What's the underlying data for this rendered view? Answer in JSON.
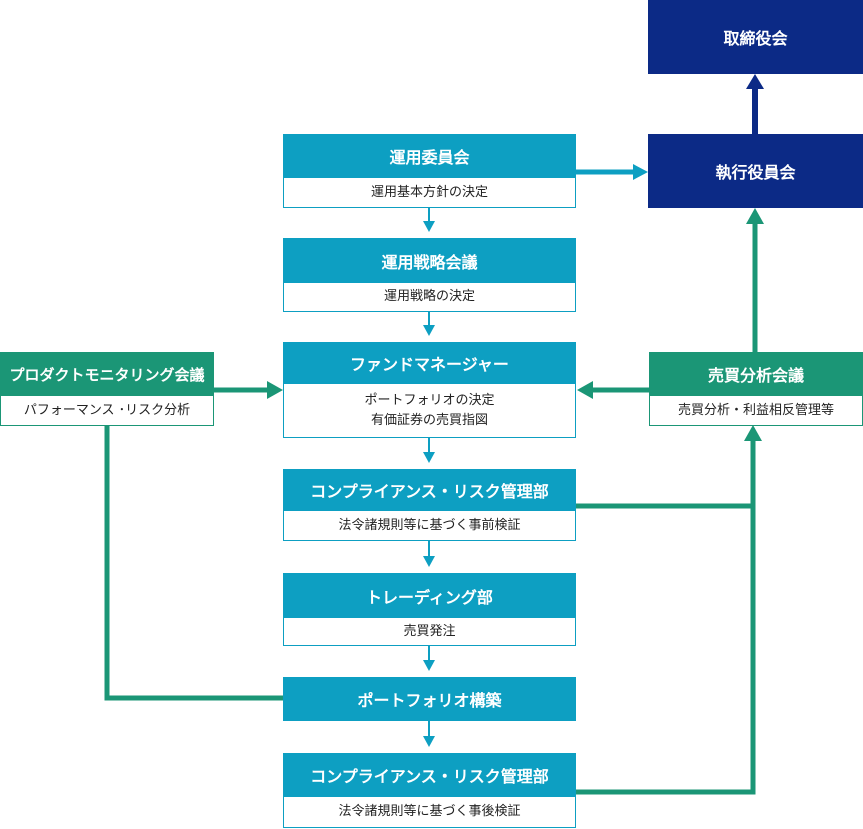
{
  "board": {
    "title": "取締役会"
  },
  "executive": {
    "title": "執行役員会"
  },
  "investment_committee": {
    "title": "運用委員会",
    "desc": "運用基本方針の決定"
  },
  "strategy_meeting": {
    "title": "運用戦略会議",
    "desc": "運用戦略の決定"
  },
  "fund_manager": {
    "title": "ファンドマネージャー",
    "desc_lines": [
      "ポートフォリオの決定",
      "有価証券の売買指図"
    ]
  },
  "compliance_pre": {
    "title": "コンプライアンス・リスク管理部",
    "desc": "法令諸規則等に基づく事前検証"
  },
  "trading": {
    "title": "トレーディング部",
    "desc": "売買発注"
  },
  "portfolio_build": {
    "title": "ポートフォリオ構築"
  },
  "compliance_post": {
    "title": "コンプライアンス・リスク管理部",
    "desc": "法令諸規則等に基づく事後検証"
  },
  "product_monitoring": {
    "title": "プロダクトモニタリング会議",
    "desc": "パフォーマンス ･リスク分析"
  },
  "trade_analysis": {
    "title": "売買分析会議",
    "desc": "売買分析・利益相反管理等"
  },
  "colors": {
    "blue": "#0d9fc2",
    "green": "#1b9676",
    "navy": "#0c2a86"
  }
}
